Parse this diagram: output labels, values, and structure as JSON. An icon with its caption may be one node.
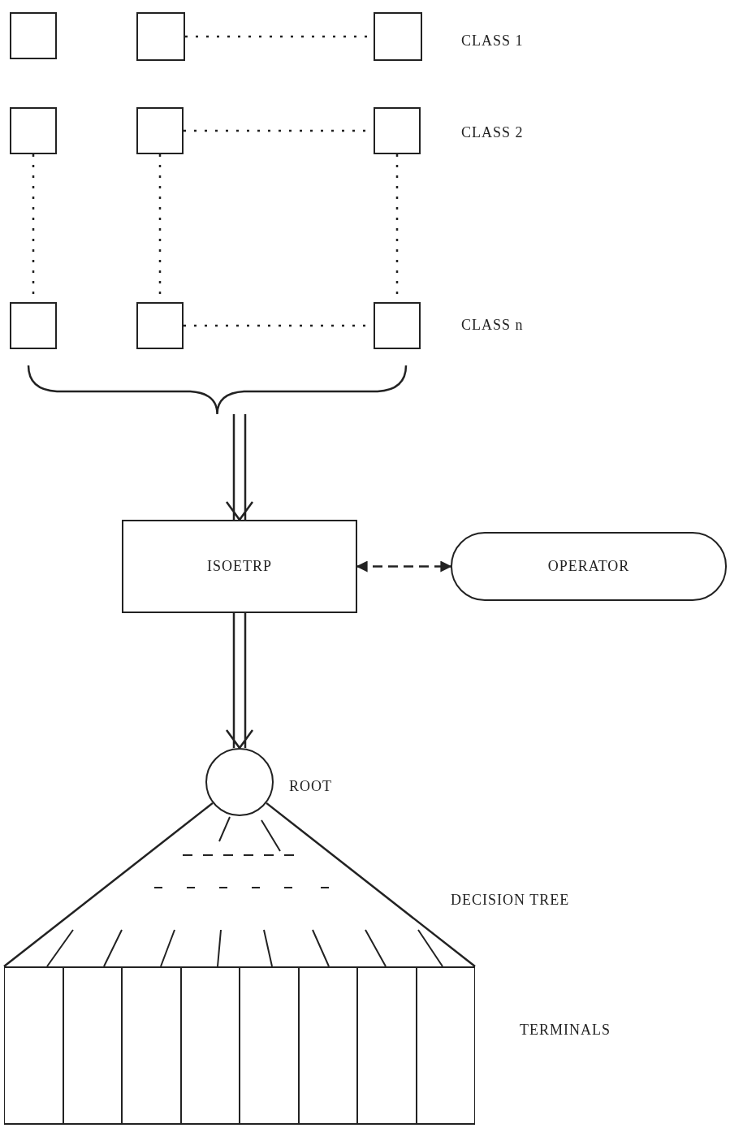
{
  "diagram": {
    "nodes": [
      {
        "text": [],
        "shape": "box"
      },
      {
        "text": [],
        "shape": "box"
      },
      {
        "text": [],
        "shape": "box"
      },
      {
        "text": [],
        "shape": "box"
      },
      {
        "text": [],
        "shape": "box"
      },
      {
        "text": [],
        "shape": "box"
      },
      {
        "text": [],
        "shape": "box"
      },
      {
        "text": [],
        "shape": "box"
      },
      {
        "text": [],
        "shape": "box"
      },
      {
        "text": [],
        "shape": "brace"
      },
      {
        "text": [
          "ISOETRP"
        ]
      },
      {
        "text": [
          "OPERATOR"
        ]
      },
      {
        "text": [],
        "shape": "circle",
        "beside": [
          "ROOT"
        ]
      },
      {
        "text": [],
        "shape": "box"
      },
      {
        "text": [],
        "shape": "box"
      },
      {
        "text": [],
        "shape": "box"
      },
      {
        "text": [],
        "shape": "box"
      },
      {
        "text": [],
        "shape": "box"
      },
      {
        "text": [],
        "shape": "box"
      },
      {
        "text": [],
        "shape": "box"
      },
      {
        "text": [],
        "shape": "box"
      }
    ],
    "edges": [
      {
        "from": 1,
        "to": 2,
        "arrow": "none",
        "style": "dashed"
      },
      {
        "from": 4,
        "to": 5,
        "arrow": "none",
        "style": "dashed"
      },
      {
        "from": 3,
        "to": 6,
        "arrow": "none",
        "style": "dashed"
      },
      {
        "from": 4,
        "to": 7,
        "arrow": "none",
        "style": "dashed"
      },
      {
        "from": 5,
        "to": 8,
        "arrow": "none",
        "style": "dashed"
      },
      {
        "from": 7,
        "to": 8,
        "arrow": "none",
        "style": "dashed"
      },
      {
        "from": 9,
        "to": 10,
        "arrow": "to"
      },
      {
        "from": 10,
        "to": 11,
        "arrow": "both",
        "style": "dashed"
      },
      {
        "from": 10,
        "to": 12,
        "arrow": "to"
      },
      {
        "from": 12,
        "to": 13,
        "arrow": "none"
      },
      {
        "from": 12,
        "to": 20,
        "arrow": "none"
      }
    ],
    "labels": [
      "CLASS 1",
      "CLASS 2",
      "CLASS n",
      "DECISION TREE",
      "TERMINALS"
    ]
  }
}
